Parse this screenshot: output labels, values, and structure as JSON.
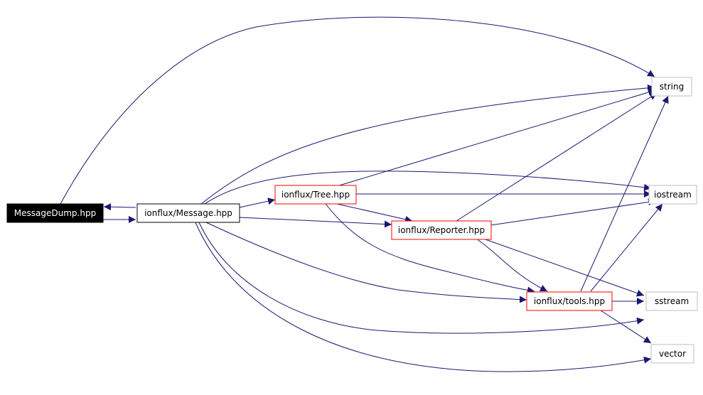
{
  "colors": {
    "edge": "#191970",
    "arrow": "#191970",
    "focus_fill": "#000000",
    "focus_text": "#ffffff",
    "node_fill": "#ffffff",
    "node_text": "#000000",
    "default_border": "#000000",
    "documented_border": "#ff0000",
    "external_border": "#bfbfbf"
  },
  "nodes": [
    {
      "id": "messagedump",
      "label": "MessageDump.hpp",
      "kind": "focus"
    },
    {
      "id": "message",
      "label": "ionflux/Message.hpp",
      "kind": "default"
    },
    {
      "id": "tree",
      "label": "ionflux/Tree.hpp",
      "kind": "documented"
    },
    {
      "id": "reporter",
      "label": "ionflux/Reporter.hpp",
      "kind": "documented"
    },
    {
      "id": "tools",
      "label": "ionflux/tools.hpp",
      "kind": "documented"
    },
    {
      "id": "string",
      "label": "string",
      "kind": "external"
    },
    {
      "id": "iostream",
      "label": "iostream",
      "kind": "external"
    },
    {
      "id": "sstream",
      "label": "sstream",
      "kind": "external"
    },
    {
      "id": "vector",
      "label": "vector",
      "kind": "external"
    }
  ],
  "edges": [
    {
      "from": "messagedump",
      "to": "message"
    },
    {
      "from": "message",
      "to": "messagedump"
    },
    {
      "from": "messagedump",
      "to": "string"
    },
    {
      "from": "message",
      "to": "string"
    },
    {
      "from": "message",
      "to": "iostream"
    },
    {
      "from": "message",
      "to": "tree"
    },
    {
      "from": "message",
      "to": "reporter"
    },
    {
      "from": "message",
      "to": "tools"
    },
    {
      "from": "message",
      "to": "sstream"
    },
    {
      "from": "message",
      "to": "vector"
    },
    {
      "from": "tree",
      "to": "string"
    },
    {
      "from": "tree",
      "to": "iostream"
    },
    {
      "from": "tree",
      "to": "reporter"
    },
    {
      "from": "tree",
      "to": "tools"
    },
    {
      "from": "reporter",
      "to": "string"
    },
    {
      "from": "reporter",
      "to": "iostream"
    },
    {
      "from": "reporter",
      "to": "tools"
    },
    {
      "from": "reporter",
      "to": "sstream"
    },
    {
      "from": "tools",
      "to": "string"
    },
    {
      "from": "tools",
      "to": "iostream"
    },
    {
      "from": "tools",
      "to": "sstream"
    },
    {
      "from": "tools",
      "to": "vector"
    }
  ]
}
